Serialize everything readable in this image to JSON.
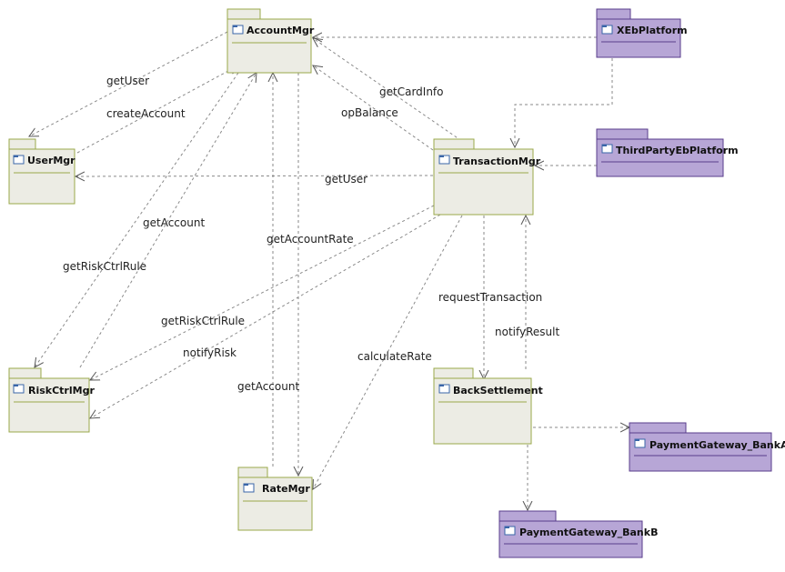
{
  "packages": {
    "AccountMgr": "AccountMgr",
    "UserMgr": "UserMgr",
    "RiskCtrlMgr": "RiskCtrlMgr",
    "RateMgr": "RateMgr",
    "TransactionMgr": "TransactionMgr",
    "BackSettlement": "BackSettlement",
    "XEbPlatform": "XEbPlatform",
    "ThirdPartyEbPlatform": "ThirdPartyEbPlatform",
    "PaymentGateway_BankA": "PaymentGateway_BankA",
    "PaymentGateway_BankB": "PaymentGateway_BankB"
  },
  "labels": {
    "getUser_account": "getUser",
    "createAccount": "createAccount",
    "getCardInfo": "getCardInfo",
    "opBalance": "opBalance",
    "getUser_txn": "getUser",
    "getAccount_risk": "getAccount",
    "getRiskCtrlRule_risk": "getRiskCtrlRule",
    "getAccountRate": "getAccountRate",
    "getRiskCtrlRule_txn": "getRiskCtrlRule",
    "notifyRisk": "notifyRisk",
    "calculateRate": "calculateRate",
    "getAccount_rate": "getAccount",
    "requestTransaction": "requestTransaction",
    "notifyResult": "notifyResult"
  },
  "colors": {
    "green_fill": "#ecece4",
    "green_border": "#9aa84a",
    "purple_fill": "#b7a6d6",
    "purple_border": "#5a3d8c",
    "dependency_line": "#8a8a8a"
  }
}
